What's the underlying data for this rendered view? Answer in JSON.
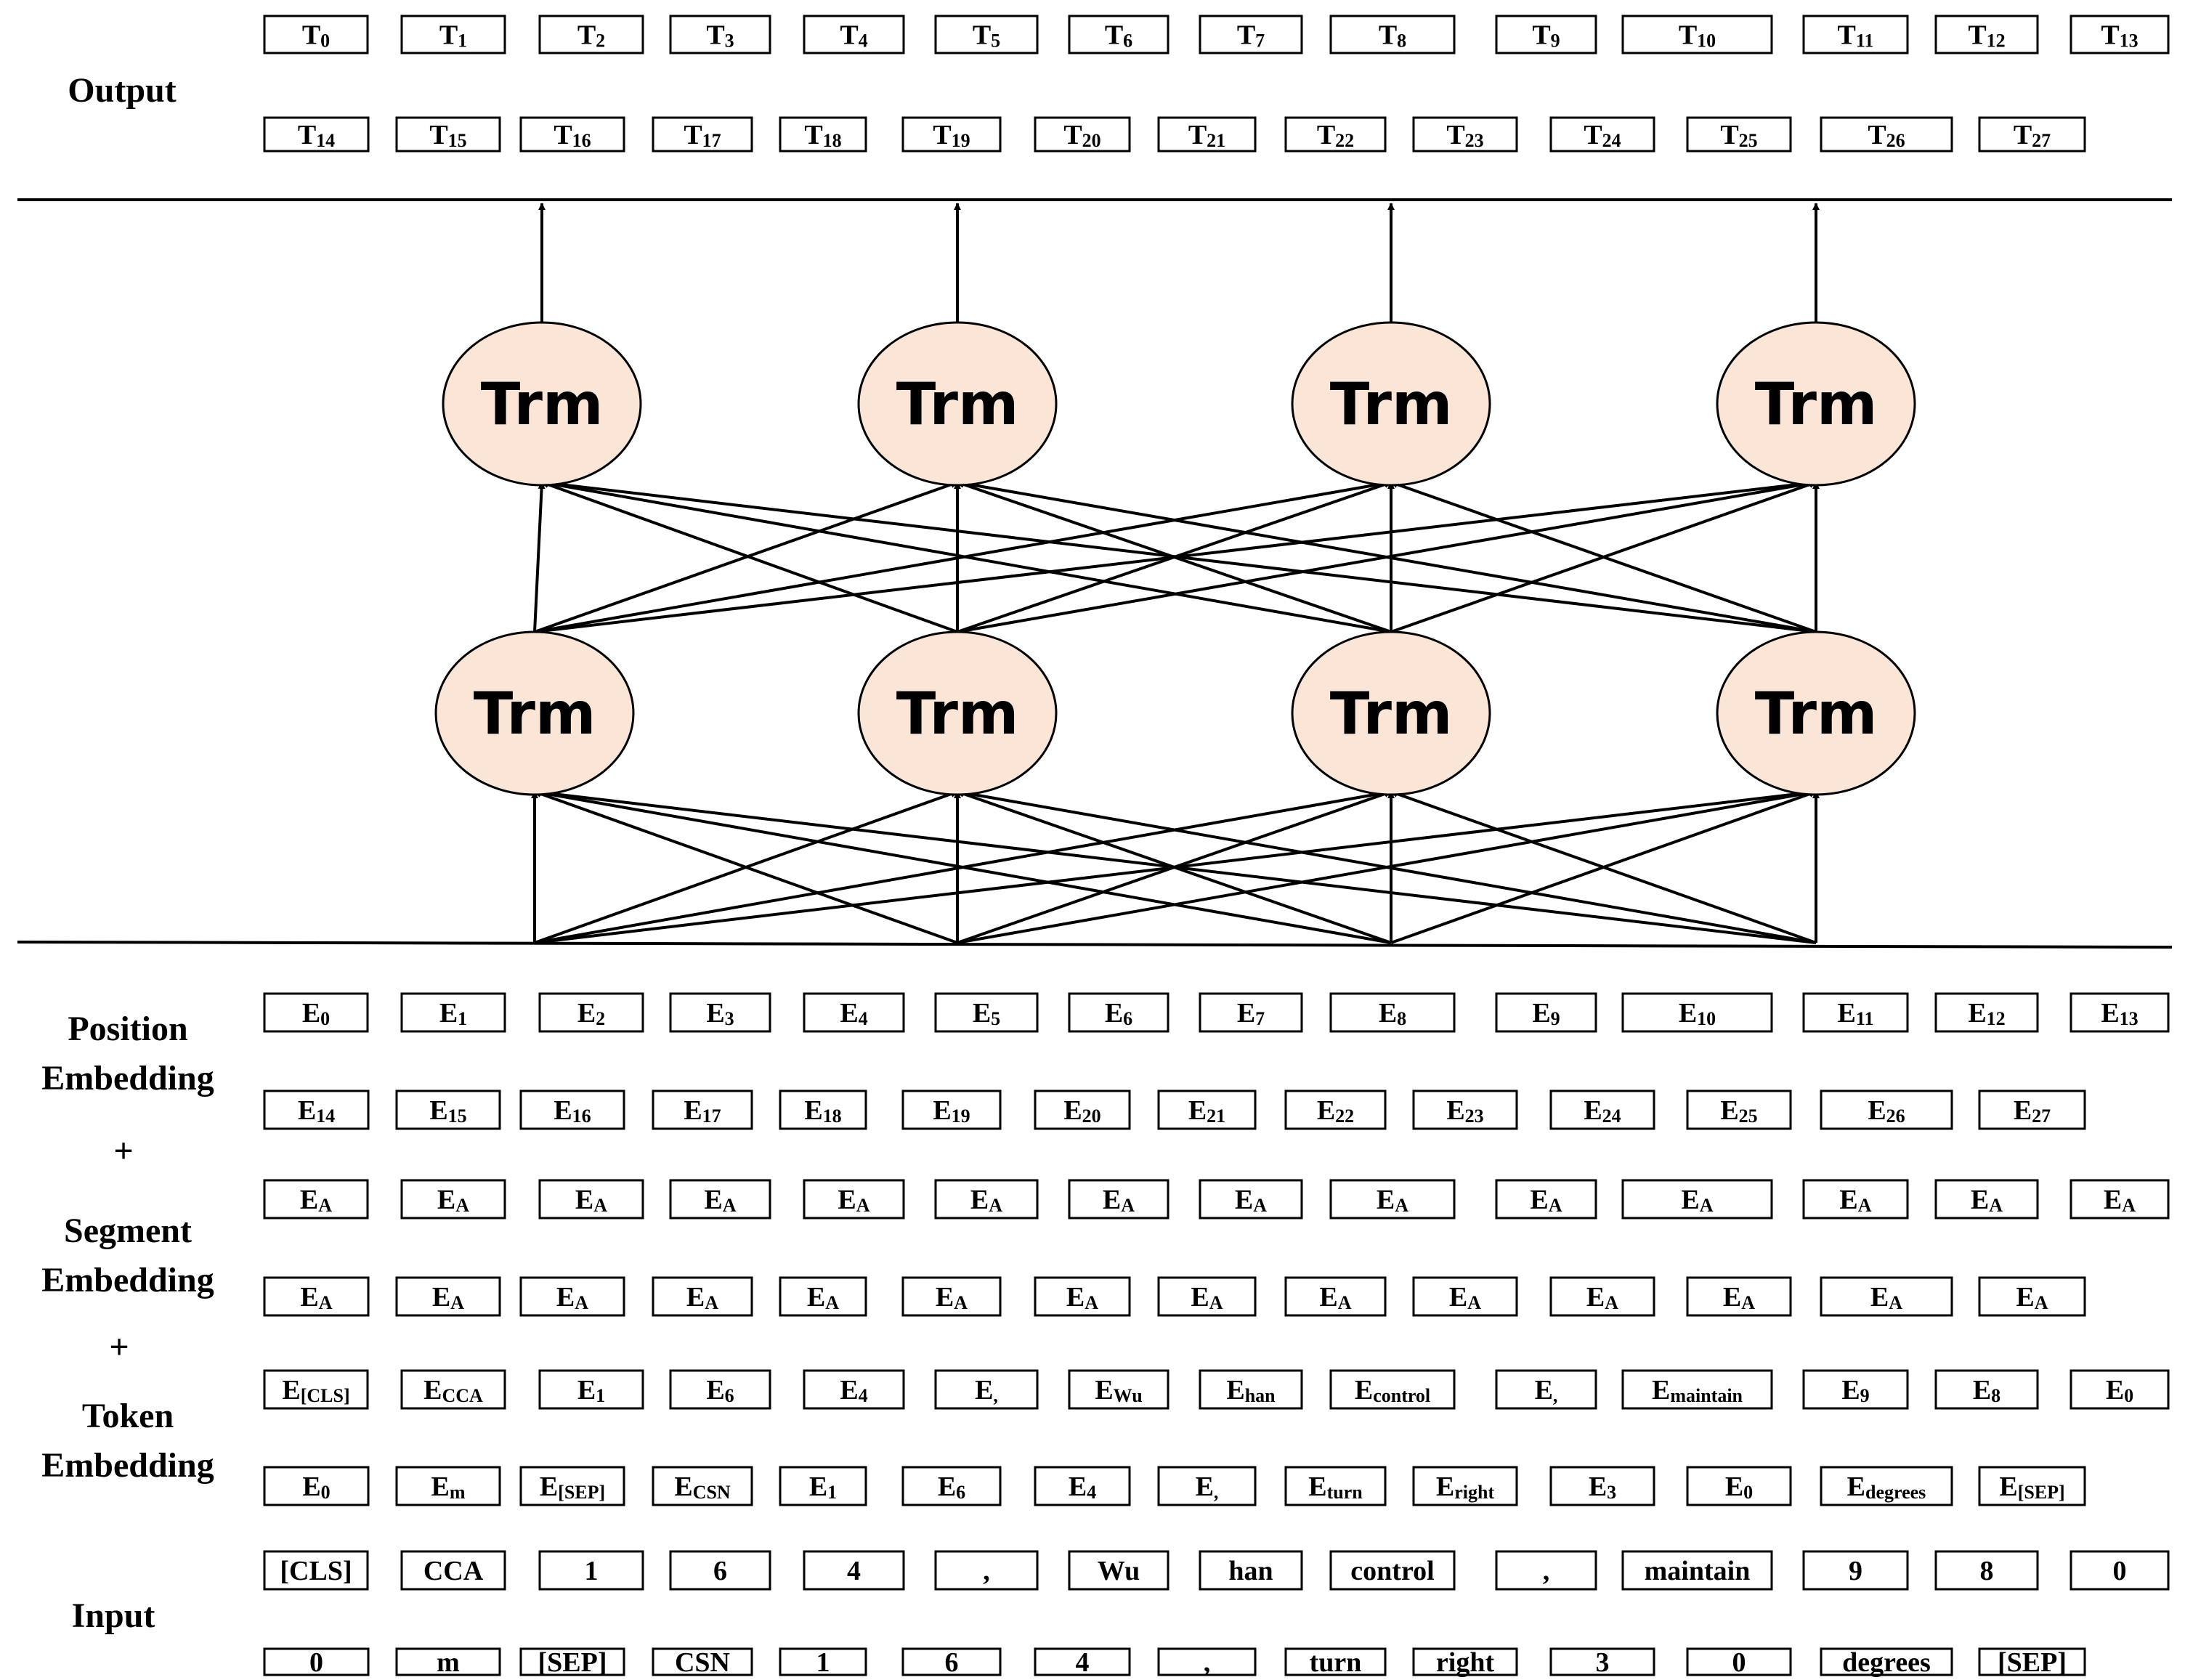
{
  "labels": {
    "output": "Output",
    "position_embedding": [
      "Position",
      "Embedding"
    ],
    "plus_1": "+",
    "segment_embedding": [
      "Segment",
      "Embedding"
    ],
    "plus_2": "+",
    "token_embedding": [
      "Token",
      "Embedding"
    ],
    "input": "Input"
  },
  "transformer": {
    "label": "Trm",
    "upper_layer_count": 4,
    "lower_layer_count": 4,
    "fill_color": "#fbe5d6"
  },
  "rows": {
    "output": [
      [
        [
          "T",
          "0"
        ],
        [
          "T",
          "1"
        ],
        [
          "T",
          "2"
        ],
        [
          "T",
          "3"
        ],
        [
          "T",
          "4"
        ],
        [
          "T",
          "5"
        ],
        [
          "T",
          "6"
        ],
        [
          "T",
          "7"
        ],
        [
          "T",
          "8"
        ],
        [
          "T",
          "9"
        ],
        [
          "T",
          "10"
        ],
        [
          "T",
          "11"
        ],
        [
          "T",
          "12"
        ],
        [
          "T",
          "13"
        ]
      ],
      [
        [
          "T",
          "14"
        ],
        [
          "T",
          "15"
        ],
        [
          "T",
          "16"
        ],
        [
          "T",
          "17"
        ],
        [
          "T",
          "18"
        ],
        [
          "T",
          "19"
        ],
        [
          "T",
          "20"
        ],
        [
          "T",
          "21"
        ],
        [
          "T",
          "22"
        ],
        [
          "T",
          "23"
        ],
        [
          "T",
          "24"
        ],
        [
          "T",
          "25"
        ],
        [
          "T",
          "26"
        ],
        [
          "T",
          "27"
        ]
      ]
    ],
    "position": [
      [
        [
          "E",
          "0"
        ],
        [
          "E",
          "1"
        ],
        [
          "E",
          "2"
        ],
        [
          "E",
          "3"
        ],
        [
          "E",
          "4"
        ],
        [
          "E",
          "5"
        ],
        [
          "E",
          "6"
        ],
        [
          "E",
          "7"
        ],
        [
          "E",
          "8"
        ],
        [
          "E",
          "9"
        ],
        [
          "E",
          "10"
        ],
        [
          "E",
          "11"
        ],
        [
          "E",
          "12"
        ],
        [
          "E",
          "13"
        ]
      ],
      [
        [
          "E",
          "14"
        ],
        [
          "E",
          "15"
        ],
        [
          "E",
          "16"
        ],
        [
          "E",
          "17"
        ],
        [
          "E",
          "18"
        ],
        [
          "E",
          "19"
        ],
        [
          "E",
          "20"
        ],
        [
          "E",
          "21"
        ],
        [
          "E",
          "22"
        ],
        [
          "E",
          "23"
        ],
        [
          "E",
          "24"
        ],
        [
          "E",
          "25"
        ],
        [
          "E",
          "26"
        ],
        [
          "E",
          "27"
        ]
      ]
    ],
    "segment": [
      [
        [
          "E",
          "A"
        ],
        [
          "E",
          "A"
        ],
        [
          "E",
          "A"
        ],
        [
          "E",
          "A"
        ],
        [
          "E",
          "A"
        ],
        [
          "E",
          "A"
        ],
        [
          "E",
          "A"
        ],
        [
          "E",
          "A"
        ],
        [
          "E",
          "A"
        ],
        [
          "E",
          "A"
        ],
        [
          "E",
          "A"
        ],
        [
          "E",
          "A"
        ],
        [
          "E",
          "A"
        ],
        [
          "E",
          "A"
        ]
      ],
      [
        [
          "E",
          "A"
        ],
        [
          "E",
          "A"
        ],
        [
          "E",
          "A"
        ],
        [
          "E",
          "A"
        ],
        [
          "E",
          "A"
        ],
        [
          "E",
          "A"
        ],
        [
          "E",
          "A"
        ],
        [
          "E",
          "A"
        ],
        [
          "E",
          "A"
        ],
        [
          "E",
          "A"
        ],
        [
          "E",
          "A"
        ],
        [
          "E",
          "A"
        ],
        [
          "E",
          "A"
        ],
        [
          "E",
          "A"
        ]
      ]
    ],
    "token": [
      [
        [
          "E",
          "[CLS]"
        ],
        [
          "E",
          "CCA"
        ],
        [
          "E",
          "1"
        ],
        [
          "E",
          "6"
        ],
        [
          "E",
          "4"
        ],
        [
          "E",
          ","
        ],
        [
          "E",
          "Wu"
        ],
        [
          "E",
          "han"
        ],
        [
          "E",
          "control"
        ],
        [
          "E",
          ","
        ],
        [
          "E",
          "maintain"
        ],
        [
          "E",
          "9"
        ],
        [
          "E",
          "8"
        ],
        [
          "E",
          "0"
        ]
      ],
      [
        [
          "E",
          "0"
        ],
        [
          "E",
          "m"
        ],
        [
          "E",
          "[SEP]"
        ],
        [
          "E",
          "CSN"
        ],
        [
          "E",
          "1"
        ],
        [
          "E",
          "6"
        ],
        [
          "E",
          "4"
        ],
        [
          "E",
          ","
        ],
        [
          "E",
          "turn"
        ],
        [
          "E",
          "right"
        ],
        [
          "E",
          "3"
        ],
        [
          "E",
          "0"
        ],
        [
          "E",
          "degrees"
        ],
        [
          "E",
          "[SEP]"
        ]
      ]
    ],
    "input": [
      [
        [
          "[CLS]",
          ""
        ],
        [
          "CCA",
          ""
        ],
        [
          "1",
          ""
        ],
        [
          "6",
          ""
        ],
        [
          "4",
          ""
        ],
        [
          ",",
          ""
        ],
        [
          "Wu",
          ""
        ],
        [
          "han",
          ""
        ],
        [
          "control",
          ""
        ],
        [
          ",",
          ""
        ],
        [
          "maintain",
          ""
        ],
        [
          "9",
          ""
        ],
        [
          "8",
          ""
        ],
        [
          "0",
          ""
        ]
      ],
      [
        [
          "0",
          ""
        ],
        [
          "m",
          ""
        ],
        [
          "[SEP]",
          ""
        ],
        [
          "CSN",
          ""
        ],
        [
          "1",
          ""
        ],
        [
          "6",
          ""
        ],
        [
          "4",
          ""
        ],
        [
          ",",
          ""
        ],
        [
          "turn",
          ""
        ],
        [
          "right",
          ""
        ],
        [
          "3",
          ""
        ],
        [
          "0",
          ""
        ],
        [
          "degrees",
          ""
        ],
        [
          "[SEP]",
          ""
        ]
      ]
    ]
  }
}
